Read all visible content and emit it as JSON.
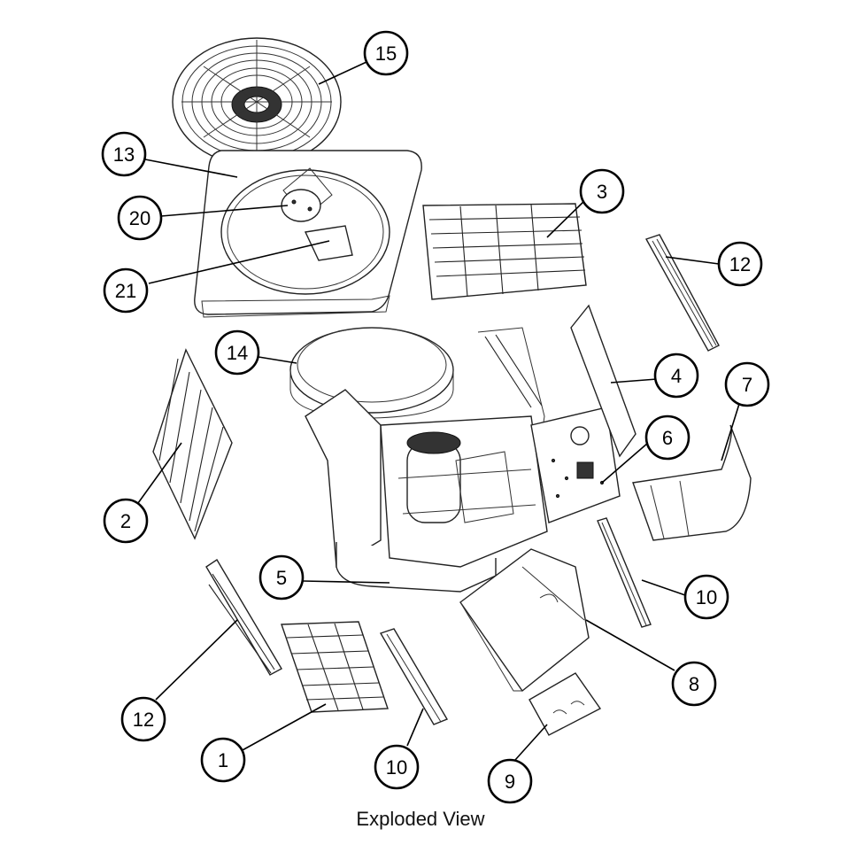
{
  "caption": "Exploded View",
  "callouts": [
    {
      "id": "15",
      "label": "15"
    },
    {
      "id": "13",
      "label": "13"
    },
    {
      "id": "20",
      "label": "20"
    },
    {
      "id": "21",
      "label": "21"
    },
    {
      "id": "3",
      "label": "3"
    },
    {
      "id": "12a",
      "label": "12"
    },
    {
      "id": "14",
      "label": "14"
    },
    {
      "id": "4",
      "label": "4"
    },
    {
      "id": "7",
      "label": "7"
    },
    {
      "id": "6",
      "label": "6"
    },
    {
      "id": "2",
      "label": "2"
    },
    {
      "id": "5",
      "label": "5"
    },
    {
      "id": "10a",
      "label": "10"
    },
    {
      "id": "8",
      "label": "8"
    },
    {
      "id": "12b",
      "label": "12"
    },
    {
      "id": "1",
      "label": "1"
    },
    {
      "id": "10b",
      "label": "10"
    },
    {
      "id": "9",
      "label": "9"
    }
  ]
}
